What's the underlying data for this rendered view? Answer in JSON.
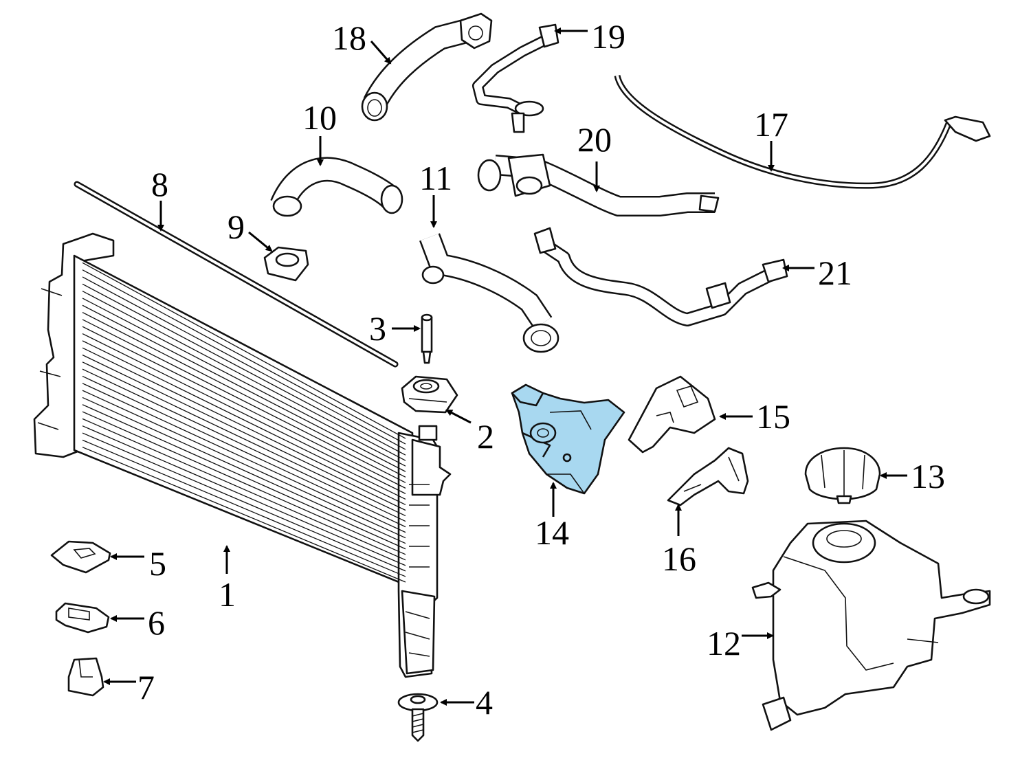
{
  "diagram": {
    "highlight_color": "#a8d8f0",
    "line_color": "#111111",
    "background": "#ffffff",
    "callouts": {
      "c1": "1",
      "c2": "2",
      "c3": "3",
      "c4": "4",
      "c5": "5",
      "c6": "6",
      "c7": "7",
      "c8": "8",
      "c9": "9",
      "c10": "10",
      "c11": "11",
      "c12": "12",
      "c13": "13",
      "c14": "14",
      "c15": "15",
      "c16": "16",
      "c17": "17",
      "c18": "18",
      "c19": "19",
      "c20": "20",
      "c21": "21"
    },
    "highlighted_callout": "14"
  }
}
